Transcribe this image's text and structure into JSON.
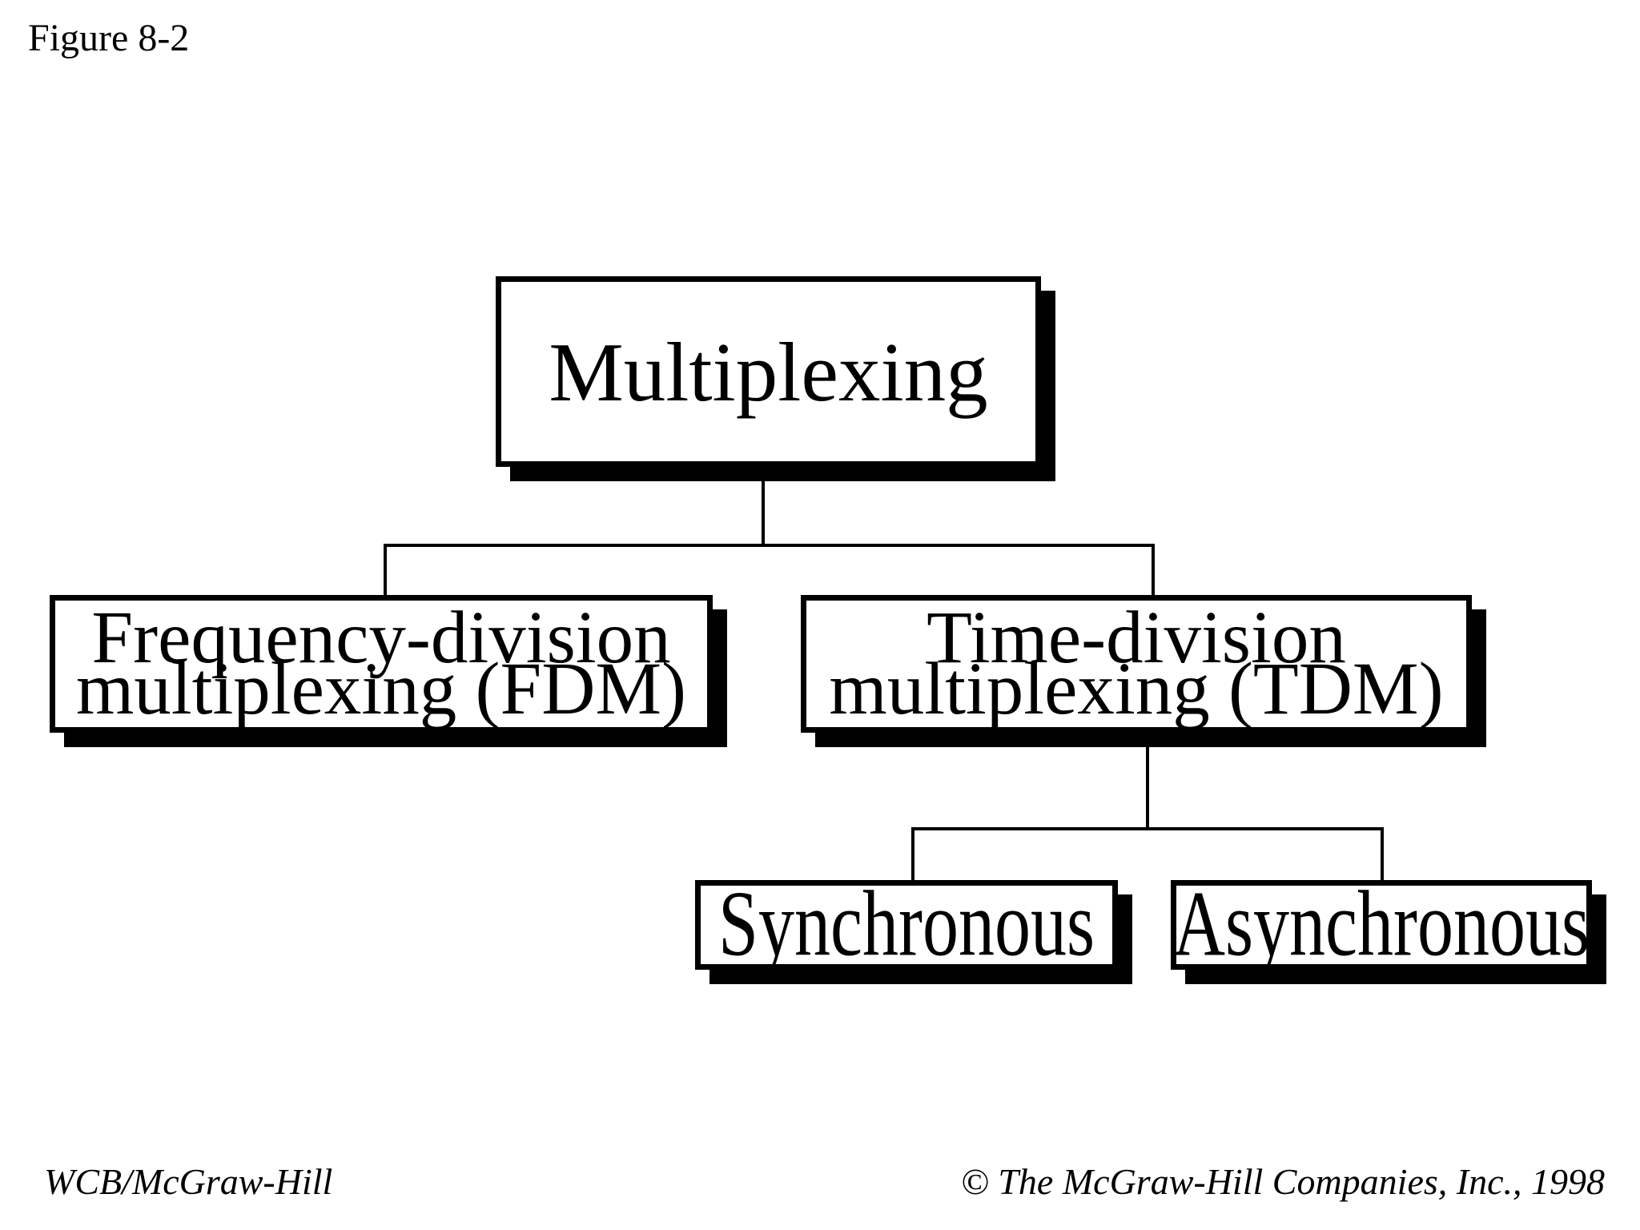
{
  "figure": {
    "label": "Figure 8-2"
  },
  "diagram": {
    "type": "tree",
    "nodes": {
      "root": {
        "label": "Multiplexing"
      },
      "fdm": {
        "line1": "Frequency-division",
        "line2": "multiplexing (FDM)"
      },
      "tdm": {
        "line1": "Time-division",
        "line2": "multiplexing (TDM)"
      },
      "synchronous": {
        "label": "Synchronous"
      },
      "asynchronous": {
        "label": "Asynchronous"
      }
    },
    "edges": [
      {
        "from": "root",
        "to": "fdm"
      },
      {
        "from": "root",
        "to": "tdm"
      },
      {
        "from": "tdm",
        "to": "synchronous"
      },
      {
        "from": "tdm",
        "to": "asynchronous"
      }
    ]
  },
  "footer": {
    "left": "WCB/McGraw-Hill",
    "right": "© The McGraw-Hill Companies, Inc., 1998"
  },
  "colors": {
    "background": "#ffffff",
    "ink": "#000000",
    "box_fill": "#ffffff",
    "box_border": "#000000",
    "box_shadow": "#000000"
  }
}
